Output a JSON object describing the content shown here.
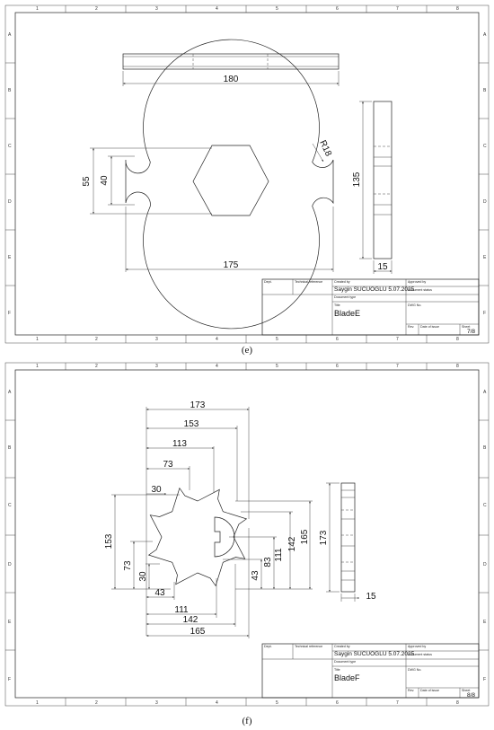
{
  "sheets": [
    {
      "caption": "(e)",
      "title_block": {
        "dept_label": "Dept.",
        "tech_ref_label": "Technical reference",
        "created_by_label": "Created by",
        "created_by_value": "Saygin SUCUOGLU 5.07.2025",
        "approved_by_label": "Approved by",
        "doc_type_label": "Document type",
        "doc_status_label": "Document status",
        "title_label": "Title",
        "title_value": "BladeE",
        "dwg_no_label": "DWG No.",
        "rev_label": "Rev.",
        "date_issue_label": "Date of issue",
        "sheet_label": "Sheet",
        "sheet_value": "7/8"
      },
      "dimensions": {
        "width_top": "180",
        "width_bottom": "175",
        "height_outer": "55",
        "height_inner": "40",
        "radius": "R18",
        "side_height": "135",
        "thickness": "15"
      }
    },
    {
      "caption": "(f)",
      "title_block": {
        "dept_label": "Dept.",
        "tech_ref_label": "Technical reference",
        "created_by_label": "Created by",
        "created_by_value": "Saygin SUCUOGLU 5.07.2025",
        "approved_by_label": "Approved by",
        "doc_type_label": "Document type",
        "doc_status_label": "Document status",
        "title_label": "Title",
        "title_value": "BladeF",
        "dwg_no_label": "DWG No.",
        "rev_label": "Rev.",
        "date_issue_label": "Date of issue",
        "sheet_label": "Sheet",
        "sheet_value": "8/8"
      },
      "dimensions": {
        "top_173": "173",
        "top_153": "153",
        "top_113": "113",
        "top_73": "73",
        "top_30": "30",
        "left_153": "153",
        "left_73": "73",
        "left_30": "30",
        "bottom_43": "43",
        "bottom_111": "111",
        "bottom_142": "142",
        "bottom_165": "165",
        "right_43": "43",
        "right_83": "83",
        "right_111": "111",
        "right_142": "142",
        "right_165": "165",
        "side_height": "173",
        "thickness": "15"
      }
    }
  ],
  "grid": {
    "columns": [
      "1",
      "2",
      "3",
      "4",
      "5",
      "6",
      "7",
      "8"
    ],
    "rows": [
      "A",
      "B",
      "C",
      "D",
      "E",
      "F"
    ]
  }
}
